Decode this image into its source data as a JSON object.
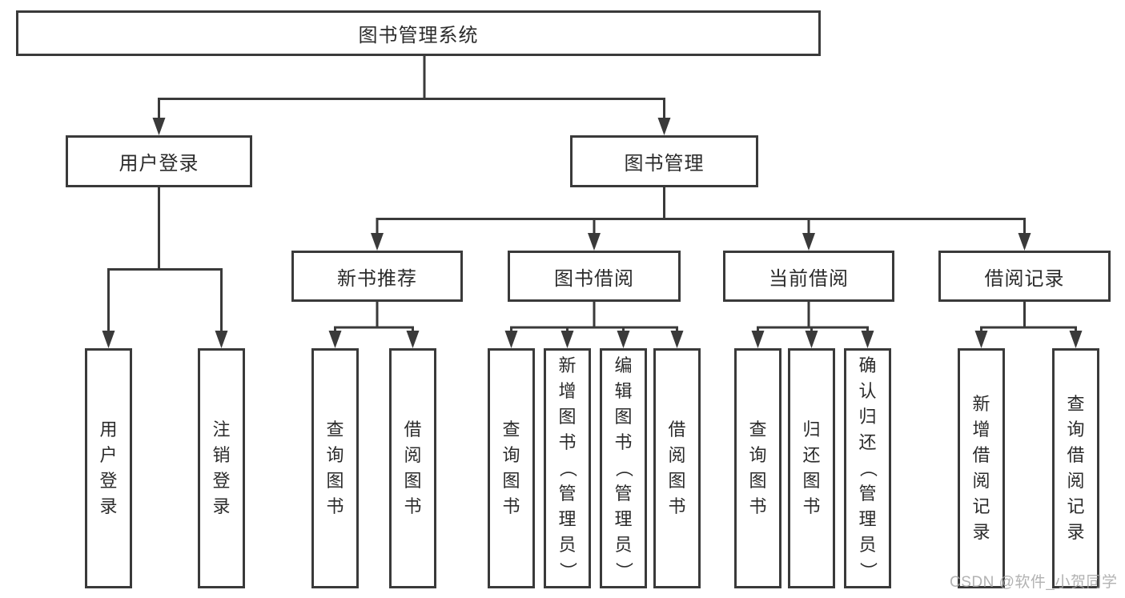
{
  "diagram": {
    "root": {
      "label": "图书管理系统"
    },
    "level2": [
      {
        "label": "用户登录"
      },
      {
        "label": "图书管理"
      }
    ],
    "level3": [
      {
        "label": "新书推荐"
      },
      {
        "label": "图书借阅"
      },
      {
        "label": "当前借阅"
      },
      {
        "label": "借阅记录"
      }
    ],
    "leaves": {
      "user_login": [
        {
          "label": "用户登录"
        },
        {
          "label": "注销登录"
        }
      ],
      "new_book": [
        {
          "label": "查询图书"
        },
        {
          "label": "借阅图书"
        }
      ],
      "book_borrow": [
        {
          "label": "查询图书"
        },
        {
          "label": "新增图书（管理员）"
        },
        {
          "label": "编辑图书（管理员）"
        },
        {
          "label": "借阅图书"
        }
      ],
      "current_borrow": [
        {
          "label": "查询图书"
        },
        {
          "label": "归还图书"
        },
        {
          "label": "确认归还（管理员）"
        }
      ],
      "borrow_record": [
        {
          "label": "新增借阅记录"
        },
        {
          "label": "查询借阅记录"
        }
      ]
    }
  },
  "watermark": {
    "text": "CSDN @软件_小贺同学"
  },
  "colors": {
    "line": "#3a3a3a",
    "border": "#3a3a3a",
    "text": "#2b2b2b",
    "background": "#ffffff",
    "watermark": "#a8a8a8"
  }
}
